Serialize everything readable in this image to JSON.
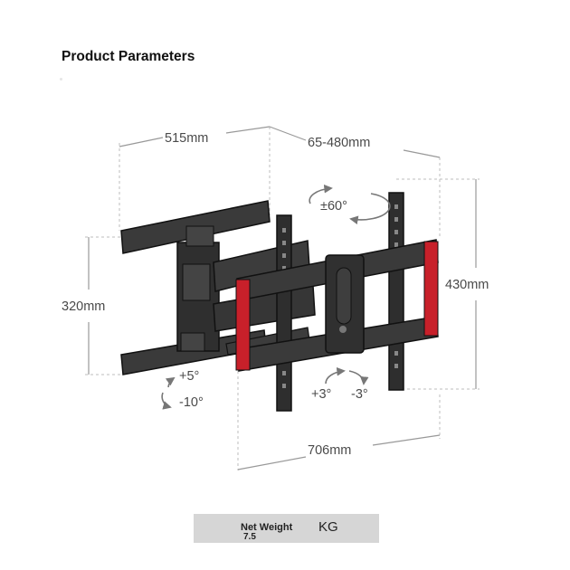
{
  "header": {
    "title": "Product Parameters"
  },
  "dimensions": {
    "arm_depth": "515mm",
    "extension": "65-480mm",
    "swivel": "±60°",
    "tilt_up": "+5°",
    "tilt_down": "-10°",
    "wall_plate_height": "320mm",
    "vesa_height": "430mm",
    "level_left": "+3°",
    "level_right": "-3°",
    "vesa_width": "706mm"
  },
  "weight": {
    "label": "Net Weight",
    "value": "7.5",
    "unit": "KG"
  },
  "colors": {
    "mount_body": "#3a3a3a",
    "accent": "#c8202a",
    "dimension_line": "#8a8a8a"
  }
}
